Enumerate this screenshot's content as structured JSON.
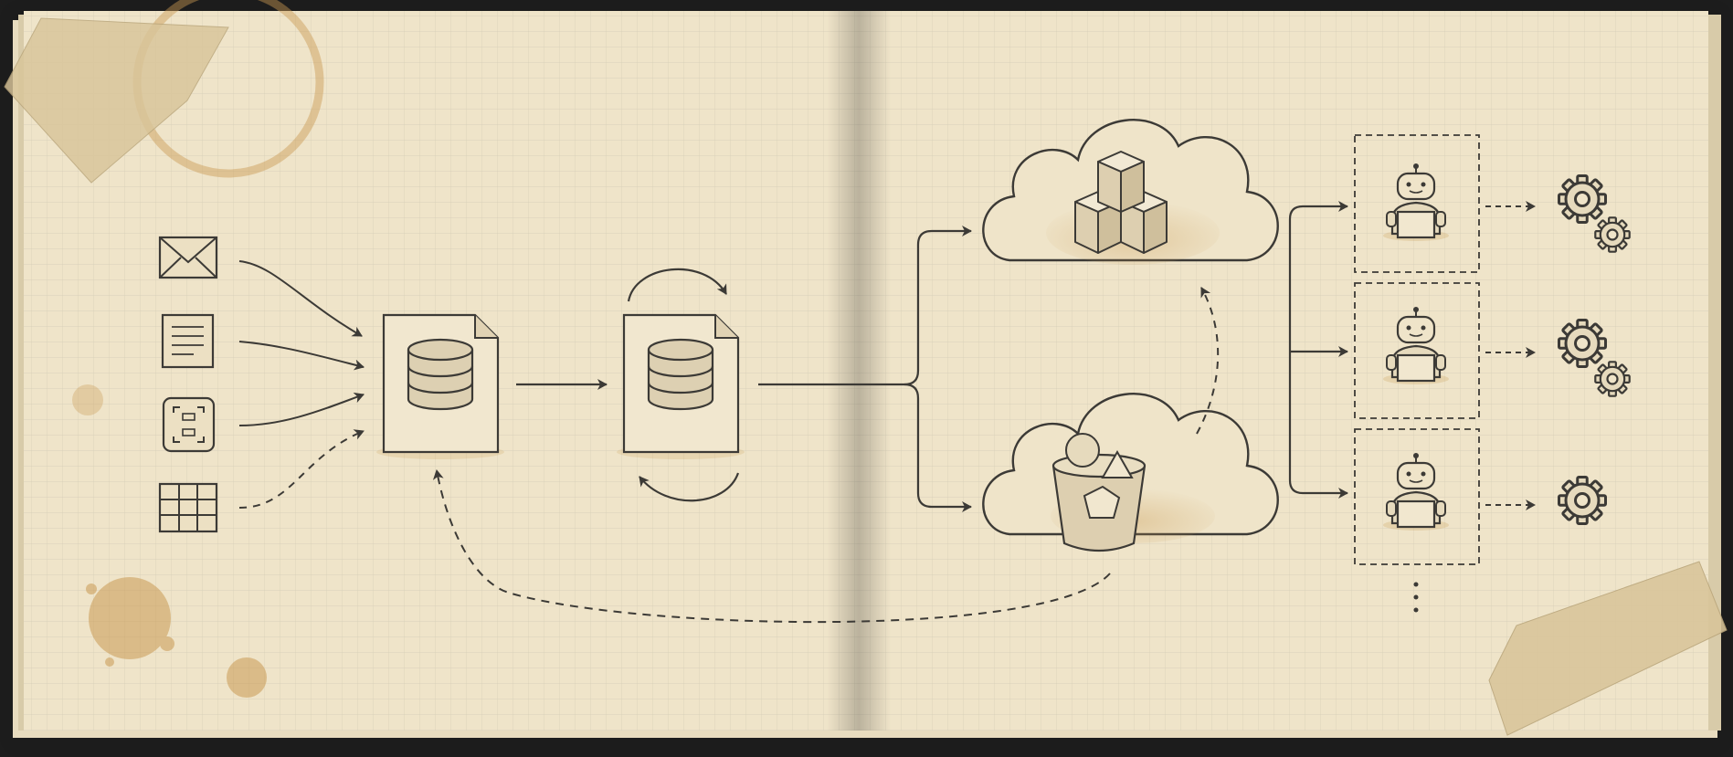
{
  "colors": {
    "paper": "#efe4c9",
    "paper_shade": "#e3d4b1",
    "grid": "#c9c2ad",
    "ink": "#3c3a36",
    "coffee": "#c99a52",
    "tape": "#d9c59a",
    "cover": "#1c1c1c"
  },
  "sources": [
    {
      "icon": "envelope-icon",
      "line": "solid"
    },
    {
      "icon": "text-document-icon",
      "line": "solid"
    },
    {
      "icon": "scan-frame-icon",
      "line": "solid"
    },
    {
      "icon": "table-grid-icon",
      "line": "dashed"
    }
  ],
  "stages": [
    {
      "icon": "database-document-icon"
    },
    {
      "icon": "database-document-icon",
      "cycle": "sync-arrows"
    }
  ],
  "storage": [
    {
      "icon": "cloud-cubes-icon"
    },
    {
      "icon": "cloud-bucket-icon"
    }
  ],
  "agents": [
    {
      "icon": "robot-icon",
      "gears": 2
    },
    {
      "icon": "robot-icon",
      "gears": 2
    },
    {
      "icon": "robot-icon",
      "gears": 1
    }
  ],
  "continuation": "more-agents"
}
